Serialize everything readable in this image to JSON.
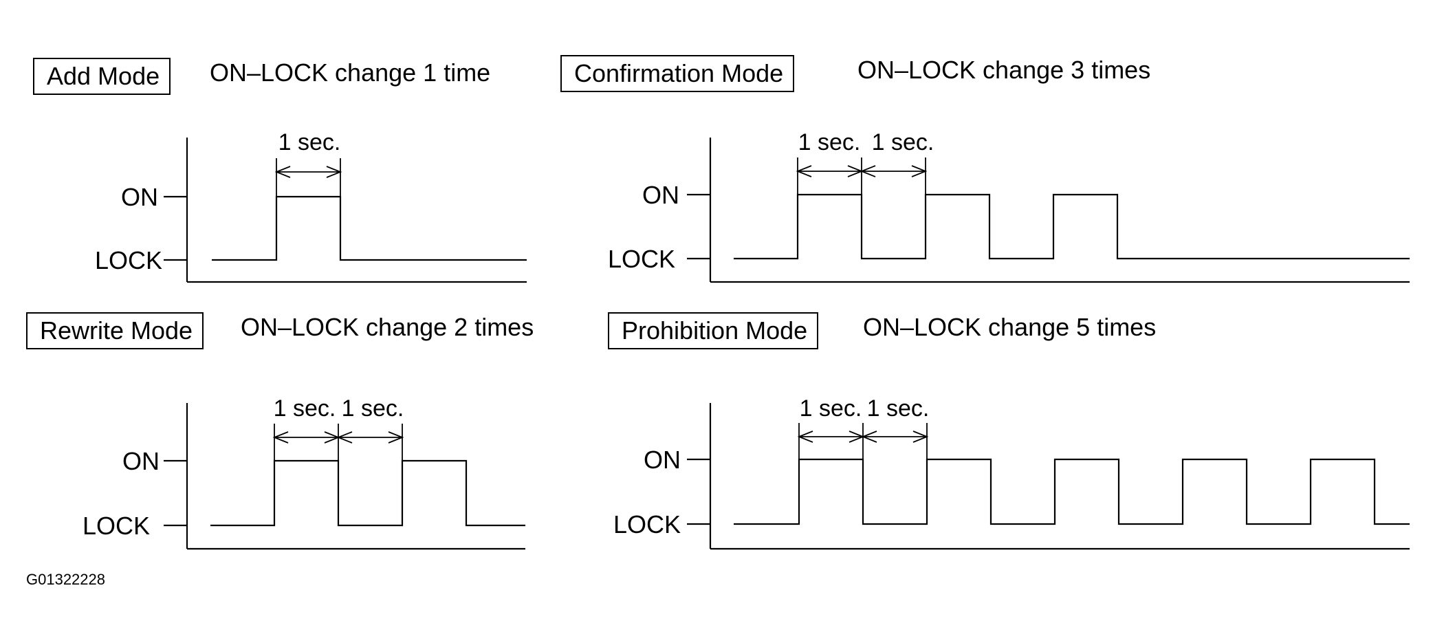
{
  "figure_id": "G01322228",
  "level_labels": {
    "on": "ON",
    "lock": "LOCK"
  },
  "duration_label": "1 sec.",
  "modes": [
    {
      "key": "add",
      "name": "Add Mode",
      "description": "ON–LOCK change 1 time",
      "on_pulses": 1,
      "annotated_intervals": 1
    },
    {
      "key": "confirmation",
      "name": "Confirmation Mode",
      "description": "ON–LOCK change 3 times",
      "on_pulses": 3,
      "annotated_intervals": 2
    },
    {
      "key": "rewrite",
      "name": "Rewrite Mode",
      "description": "ON–LOCK change 2 times",
      "on_pulses": 2,
      "annotated_intervals": 2
    },
    {
      "key": "prohibition",
      "name": "Prohibition Mode",
      "description": "ON–LOCK change 5 times",
      "on_pulses": 5,
      "annotated_intervals": 2
    }
  ]
}
